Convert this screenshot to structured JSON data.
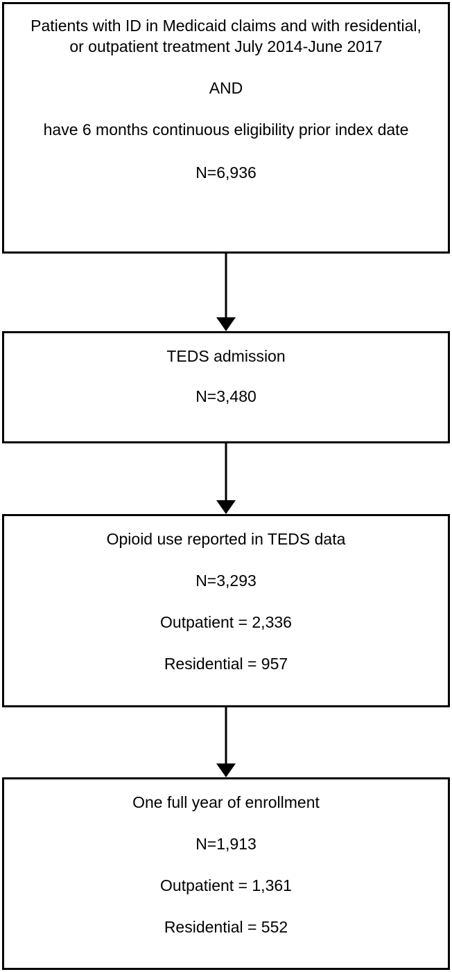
{
  "figure": {
    "type": "flowchart",
    "orientation": "vertical",
    "background_color": "#ffffff",
    "line_color": "#000000",
    "text_color": "#000000"
  },
  "boxes": [
    {
      "id": "eligibility",
      "name": "patient-eligibility-box",
      "criteria_1": "Patients with ID in Medicaid claims and with residential, or outpatient treatment July 2014-June 2017",
      "connector_word": "AND",
      "criteria_2": "have 6 months continuous eligibility prior index date",
      "count": "N=6,936"
    },
    {
      "id": "teds-admission",
      "name": "teds-admission-box",
      "title": "TEDS admission",
      "count": "N=3,480"
    },
    {
      "id": "opioid-use",
      "name": "opioid-use-box",
      "title": "Opioid use reported in TEDS data",
      "count": "N=3,293",
      "outpatient": "Outpatient = 2,336",
      "residential": "Residential = 957"
    },
    {
      "id": "one-year-enrollment",
      "name": "one-year-enrollment-box",
      "title": "One full year of enrollment",
      "count": "N=1,913",
      "outpatient": "Outpatient = 1,361",
      "residential": "Residential = 552"
    }
  ],
  "arrows": [
    {
      "name": "arrow-eligibility-to-teds",
      "direction": "down"
    },
    {
      "name": "arrow-teds-to-opioid",
      "direction": "down"
    },
    {
      "name": "arrow-opioid-to-enrollment",
      "direction": "down"
    }
  ],
  "chart_data": {
    "type": "flow",
    "title": "",
    "nodes": [
      {
        "label": "Patients with ID in Medicaid claims and with residential, or outpatient treatment July 2014-June 2017 AND have 6 months continuous eligibility prior index date",
        "n": 6936
      },
      {
        "label": "TEDS admission",
        "n": 3480
      },
      {
        "label": "Opioid use reported in TEDS data",
        "n": 3293,
        "outpatient": 2336,
        "residential": 957
      },
      {
        "label": "One full year of enrollment",
        "n": 1913,
        "outpatient": 1361,
        "residential": 552
      }
    ],
    "edges": [
      {
        "from": 0,
        "to": 1
      },
      {
        "from": 1,
        "to": 2
      },
      {
        "from": 2,
        "to": 3
      }
    ]
  }
}
